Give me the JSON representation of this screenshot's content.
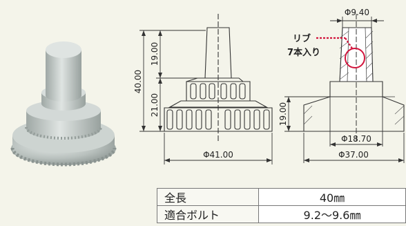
{
  "dimensions": {
    "height_total": "40.00",
    "height_upper": "19.00",
    "height_lower": "21.00",
    "outer_diameter": "Φ41.00",
    "tip_diameter": "Φ9.40",
    "section_height": "19.00",
    "bore_diameter": "Φ18.70",
    "base_diameter": "Φ37.00"
  },
  "callout": {
    "label_line1": "リブ",
    "label_line2": "7本入り"
  },
  "spec_table": [
    {
      "label": "全長",
      "value": "40㎜"
    },
    {
      "label": "適合ボルト",
      "value": "9.2～9.6㎜"
    }
  ],
  "colors": {
    "background": "#f4f4ea",
    "line": "#333333",
    "callout": "#d2143c",
    "product": "#b8c0bd"
  }
}
